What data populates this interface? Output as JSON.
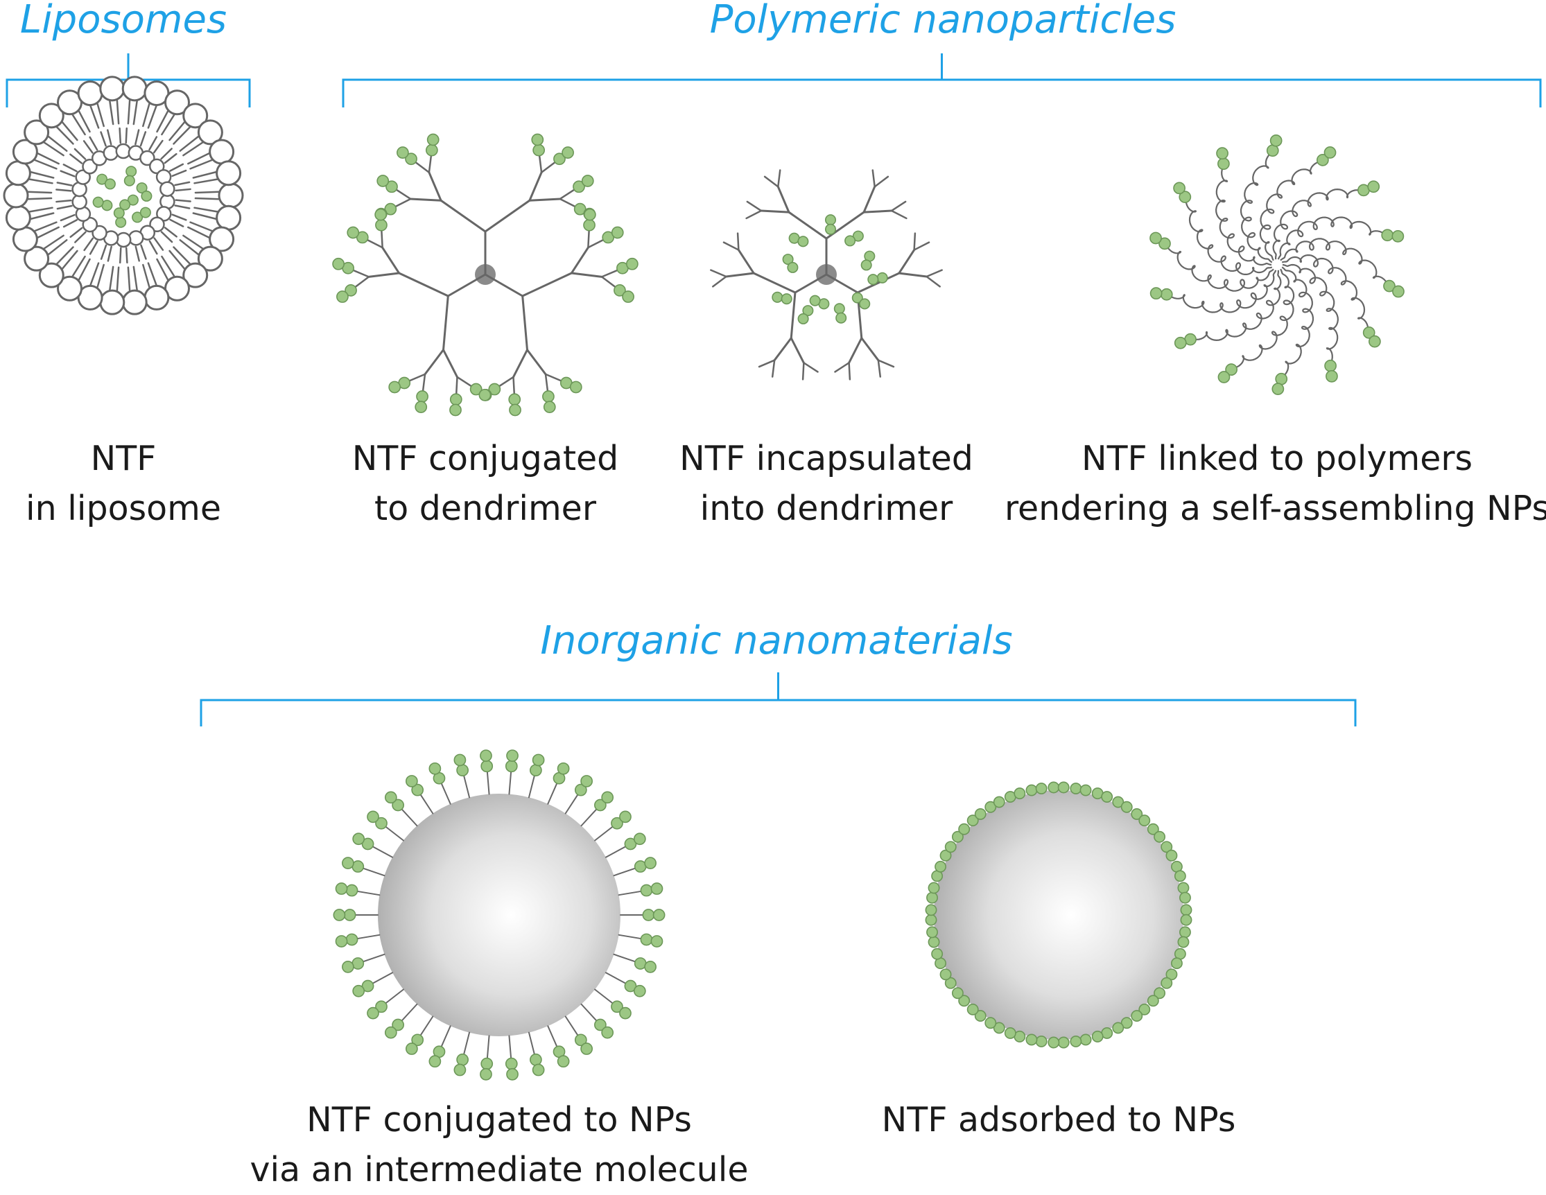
{
  "groups": {
    "liposomes": "Liposomes",
    "polymeric": "Polymeric nanoparticles",
    "inorganic": "Inorganic nanomaterials"
  },
  "captions": {
    "liposome": {
      "line1": "NTF",
      "line2": "in liposome"
    },
    "conjugated_dendrimer": {
      "line1": "NTF conjugated",
      "line2": "to dendrimer"
    },
    "incapsulated_dendrimer": {
      "line1": "NTF incapsulated",
      "line2": "into dendrimer"
    },
    "self_assembling": {
      "line1": "NTF linked to polymers",
      "line2": "rendering a self-assembling NPs"
    },
    "conjugated_nps": {
      "line1": "NTF conjugated to NPs",
      "line2": "via an intermediate molecule"
    },
    "adsorbed_nps": {
      "line1": "NTF adsorbed to NPs"
    }
  },
  "colors": {
    "bracket": "#1ea1e6",
    "ntf_fill": "#9cc784",
    "ntf_stroke": "#6c9758",
    "structure": "#666666",
    "core": "#8a8a8a",
    "text": "#1a1a1a"
  }
}
